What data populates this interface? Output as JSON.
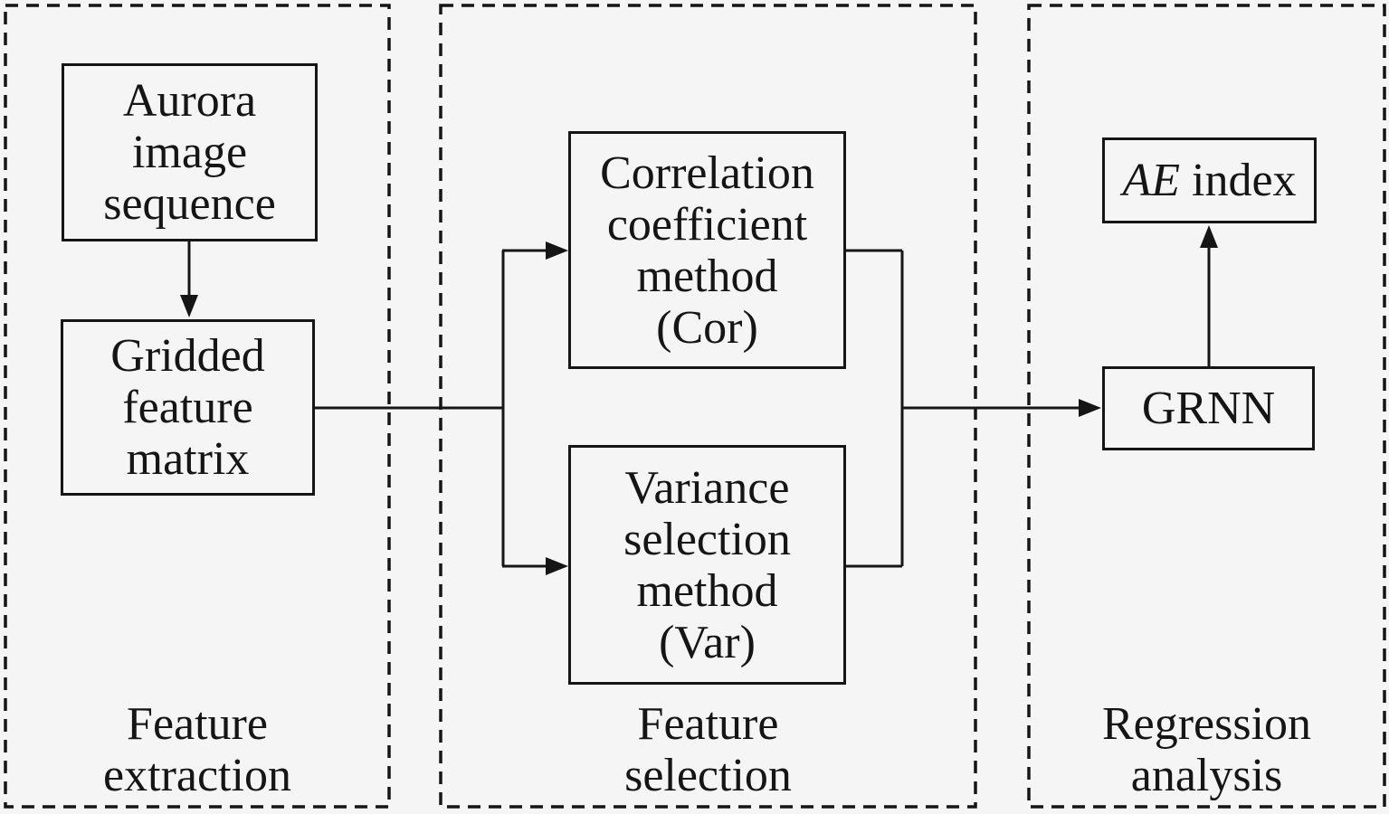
{
  "colors": {
    "background": "#f5f5f5",
    "line": "#151515"
  },
  "panels": [
    {
      "id": "feature-extraction",
      "label": "Feature\nextraction"
    },
    {
      "id": "feature-selection",
      "label": "Feature\nselection"
    },
    {
      "id": "regression-analysis",
      "label": "Regression\nanalysis"
    }
  ],
  "nodes": {
    "aurora": {
      "label": "Aurora\nimage\nsequence"
    },
    "gridded": {
      "label": "Gridded\nfeature\nmatrix"
    },
    "cor": {
      "label": "Correlation\ncoefficient\nmethod\n(Cor)"
    },
    "var": {
      "label": "Variance\nselection\nmethod\n(Var)"
    },
    "grnn": {
      "label": "GRNN"
    },
    "ae": {
      "italic": "AE",
      "regular": "index"
    }
  }
}
